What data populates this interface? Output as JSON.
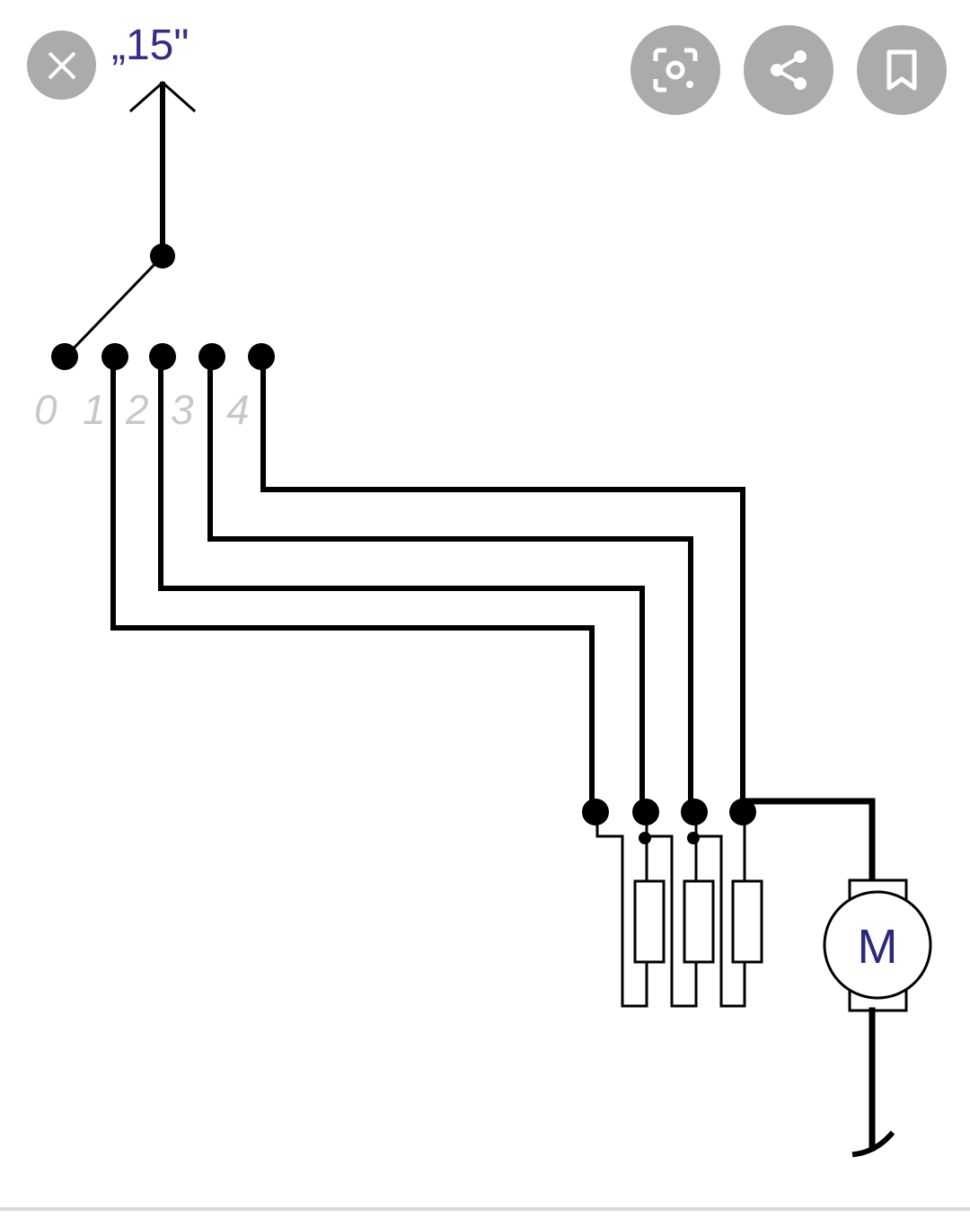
{
  "toolbar": {
    "close": "close-icon",
    "lens": "lens-search-icon",
    "share": "share-icon",
    "bookmark": "bookmark-icon"
  },
  "diagram": {
    "supply_label": "„15\"",
    "switch_positions": [
      "0",
      "1",
      "2",
      "3",
      "4"
    ],
    "motor_label": "M",
    "colors": {
      "button_bg": "#ababab",
      "wire": "#000000",
      "label": "#c8c8c8",
      "supply_text": "#3a2a8a"
    }
  }
}
